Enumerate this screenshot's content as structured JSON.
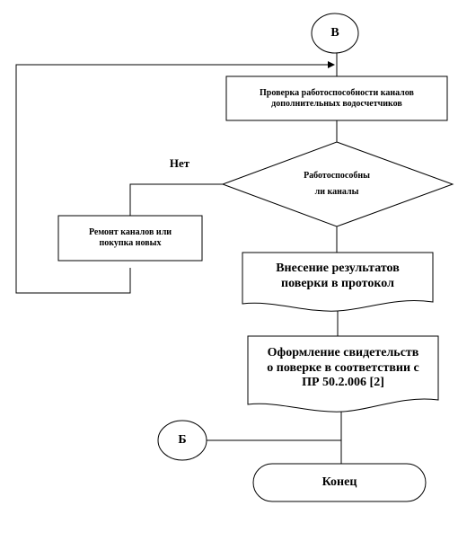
{
  "connector_top": "В",
  "connector_bottom": "Б",
  "check_box": {
    "line1": "Проверка работоспособности каналов",
    "line2": "дополнительных  водосчетчиков"
  },
  "decision": {
    "line1": "Работоспособны",
    "line2": "ли каналы",
    "no_label": "Нет"
  },
  "repair_box": {
    "line1": "Ремонт каналов или",
    "line2": "покупка новых"
  },
  "results_doc": {
    "line1": "Внесение результатов",
    "line2": "поверки в протокол"
  },
  "certificate_doc": {
    "line1": "Оформление свидетельств",
    "line2": "о поверке в соответствии с",
    "line3": "ПР 50.2.006 [2]"
  },
  "end_label": "Конец"
}
